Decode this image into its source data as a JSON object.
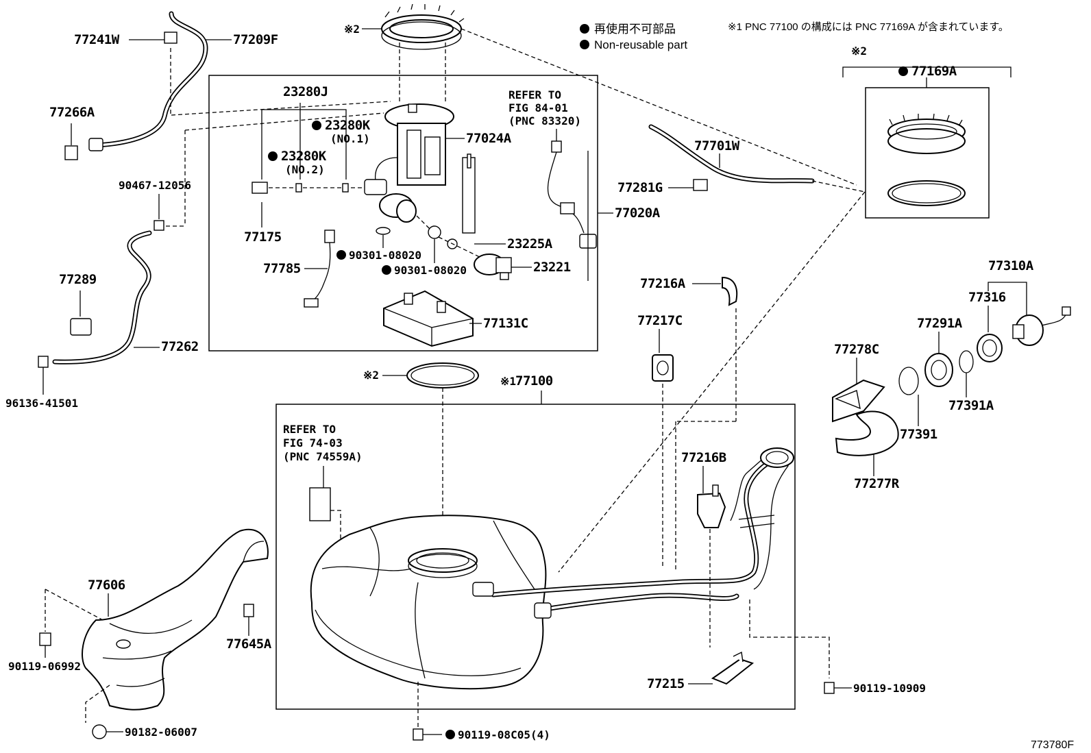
{
  "legend": {
    "jp_text": "再使用不可部品",
    "en_text": "Non-reusable part"
  },
  "footnote": "※1  PNC 77100 の構成には PNC 77169A が含まれています。",
  "figure_id": "773780F",
  "marks": {
    "star1": "※1",
    "star2": "※2"
  },
  "refs": {
    "fig84": [
      "REFER TO",
      "FIG 84-01",
      "(PNC 83320)"
    ],
    "fig74": [
      "REFER TO",
      "FIG 74-03",
      "(PNC 74559A)"
    ]
  },
  "labels": {
    "p77241W": "77241W",
    "p77209F": "77209F",
    "p77266A": "77266A",
    "p90467": "90467-12056",
    "p77289": "77289",
    "p77262": "77262",
    "p96136": "96136-41501",
    "p23280J": "23280J",
    "p23280K1": "23280K",
    "p23280K1_sub": "(NO.1)",
    "p23280K2": "23280K",
    "p23280K2_sub": "(NO.2)",
    "p77024A": "77024A",
    "p77020A": "77020A",
    "p77175": "77175",
    "p77785": "77785",
    "p90301a": "90301-08020",
    "p90301b": "90301-08020",
    "p23225A": "23225A",
    "p23221": "23221",
    "p77131C": "77131C",
    "p77701W": "77701W",
    "p77281G": "77281G",
    "p77169A": "77169A",
    "p77310A": "77310A",
    "p77316": "77316",
    "p77291A": "77291A",
    "p77278C": "77278C",
    "p77391A": "77391A",
    "p77391": "77391",
    "p77277R": "77277R",
    "p77216A": "77216A",
    "p77217C": "77217C",
    "p77216B": "77216B",
    "p77100": "77100",
    "p77606": "77606",
    "p77645A": "77645A",
    "p90119_06992": "90119-06992",
    "p90182": "90182-06007",
    "p90119_08C05": "90119-08C05(4)",
    "p77215": "77215",
    "p90119_10909": "90119-10909"
  }
}
